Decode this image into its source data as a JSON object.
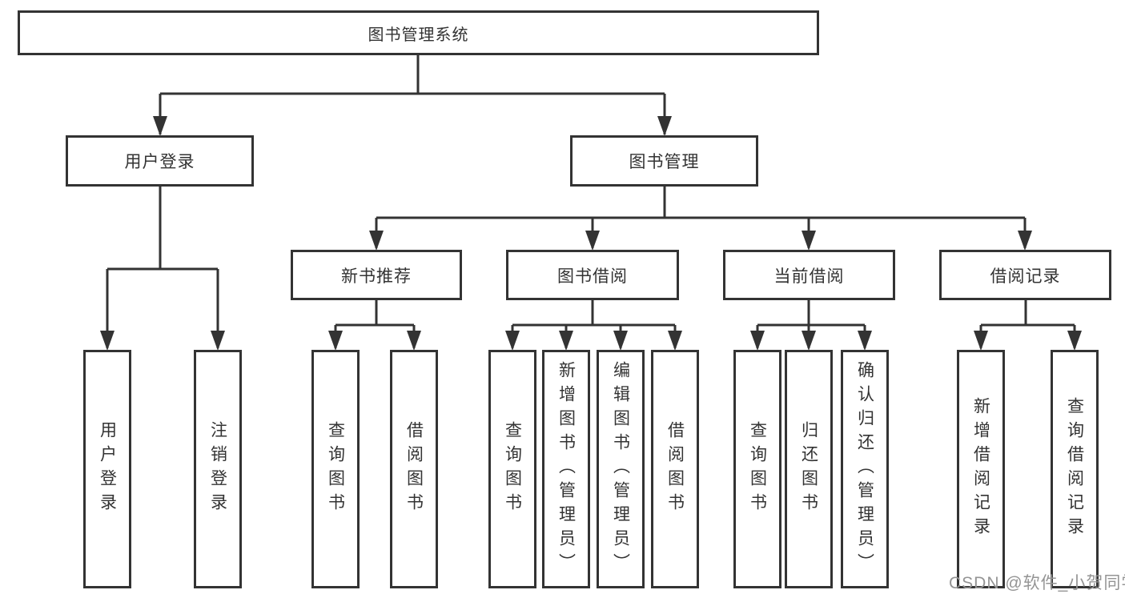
{
  "tree": {
    "label": "图书管理系统",
    "children": [
      {
        "label": "用户登录",
        "children": [
          {
            "label": "用户登录"
          },
          {
            "label": "注销登录"
          }
        ]
      },
      {
        "label": "图书管理",
        "children": [
          {
            "label": "新书推荐",
            "children": [
              {
                "label": "查询图书"
              },
              {
                "label": "借阅图书"
              }
            ]
          },
          {
            "label": "图书借阅",
            "children": [
              {
                "label": "查询图书"
              },
              {
                "label": "新增图书（管理员）"
              },
              {
                "label": "编辑图书（管理员）"
              },
              {
                "label": "借阅图书"
              }
            ]
          },
          {
            "label": "当前借阅",
            "children": [
              {
                "label": "查询图书"
              },
              {
                "label": "归还图书"
              },
              {
                "label": "确认归还（管理员）"
              }
            ]
          },
          {
            "label": "借阅记录",
            "children": [
              {
                "label": "新增借阅记录"
              },
              {
                "label": "查询借阅记录"
              }
            ]
          }
        ]
      }
    ]
  },
  "watermark": "CSDN @软件_小贺同学",
  "colors": {
    "line": "#333333",
    "box_border": "#333333",
    "text": "#333333",
    "watermark": "#949494",
    "background": "#ffffff"
  }
}
